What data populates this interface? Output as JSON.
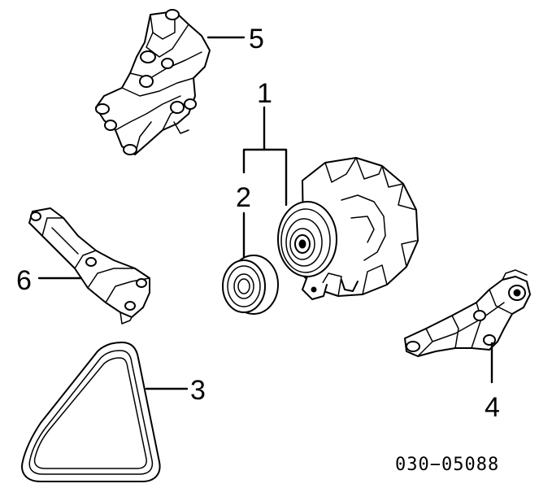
{
  "callouts": {
    "c1": "1",
    "c2": "2",
    "c3": "3",
    "c4": "4",
    "c5": "5",
    "c6": "6"
  },
  "part_number": "030−05088"
}
